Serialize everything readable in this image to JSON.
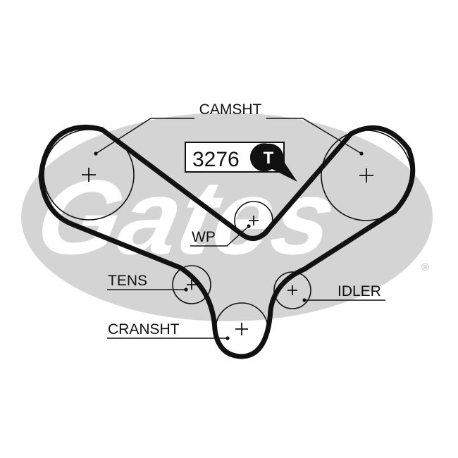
{
  "diagram": {
    "labels": {
      "camshaft": "CAMSHT",
      "water_pump": "WP",
      "tensioner": "TENS",
      "idler": "IDLER",
      "crankshaft": "CRANSHT"
    },
    "part_number": "3276",
    "part_badge_letter": "T",
    "watermark": {
      "brand_text": "Gates",
      "registered_mark": "®"
    },
    "colors": {
      "line": "#111111",
      "watermark_gray": "#d4d4d4",
      "background": "#ffffff"
    }
  }
}
